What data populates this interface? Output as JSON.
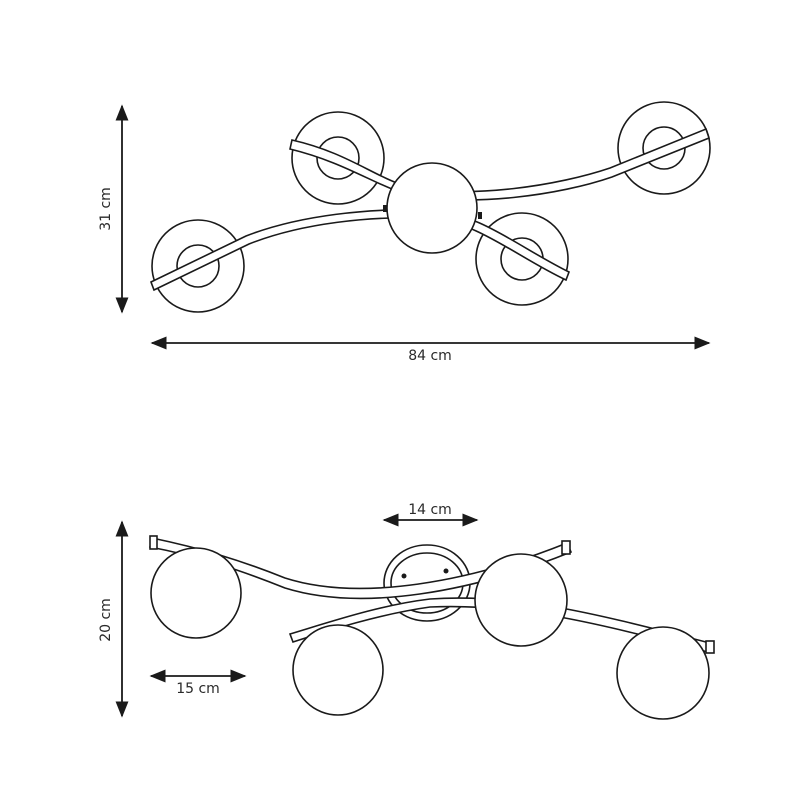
{
  "top_view": {
    "height_label": "31 cm",
    "width_label": "84 cm"
  },
  "side_view": {
    "height_label": "20 cm",
    "canopy_label": "14 cm",
    "globe_label": "15 cm"
  }
}
